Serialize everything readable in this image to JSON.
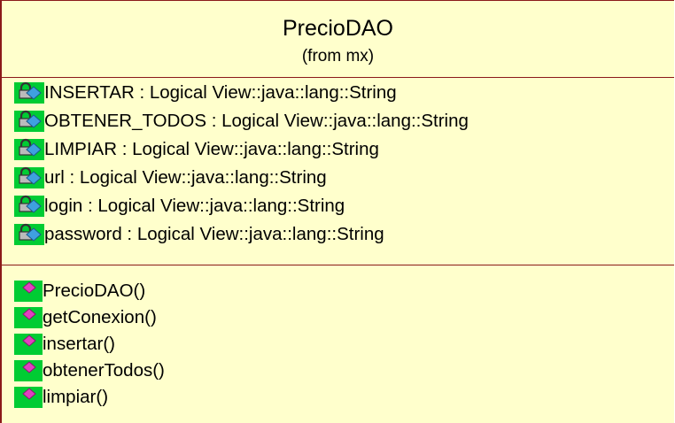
{
  "class": {
    "name": "PrecioDAO",
    "stereotype": "(from mx)"
  },
  "attributes": [
    {
      "text": "INSERTAR : Logical View::java::lang::String",
      "icon": "private-attribute-icon"
    },
    {
      "text": "OBTENER_TODOS : Logical View::java::lang::String",
      "icon": "private-attribute-icon"
    },
    {
      "text": "LIMPIAR : Logical View::java::lang::String",
      "icon": "private-attribute-icon"
    },
    {
      "text": "url : Logical View::java::lang::String",
      "icon": "private-attribute-icon"
    },
    {
      "text": "login : Logical View::java::lang::String",
      "icon": "private-attribute-icon"
    },
    {
      "text": "password : Logical View::java::lang::String",
      "icon": "private-attribute-icon"
    }
  ],
  "operations": [
    {
      "text": "PrecioDAO()",
      "icon": "public-operation-icon"
    },
    {
      "text": "getConexion()",
      "icon": "public-operation-icon"
    },
    {
      "text": "insertar()",
      "icon": "public-operation-icon"
    },
    {
      "text": "obtenerTodos()",
      "icon": "public-operation-icon"
    },
    {
      "text": "limpiar()",
      "icon": "public-operation-icon"
    }
  ],
  "colors": {
    "class_fill": "#ffffcc",
    "border": "#8b1a1a",
    "icon_green": "#00cc33",
    "operation_magenta": "#e040c0"
  }
}
